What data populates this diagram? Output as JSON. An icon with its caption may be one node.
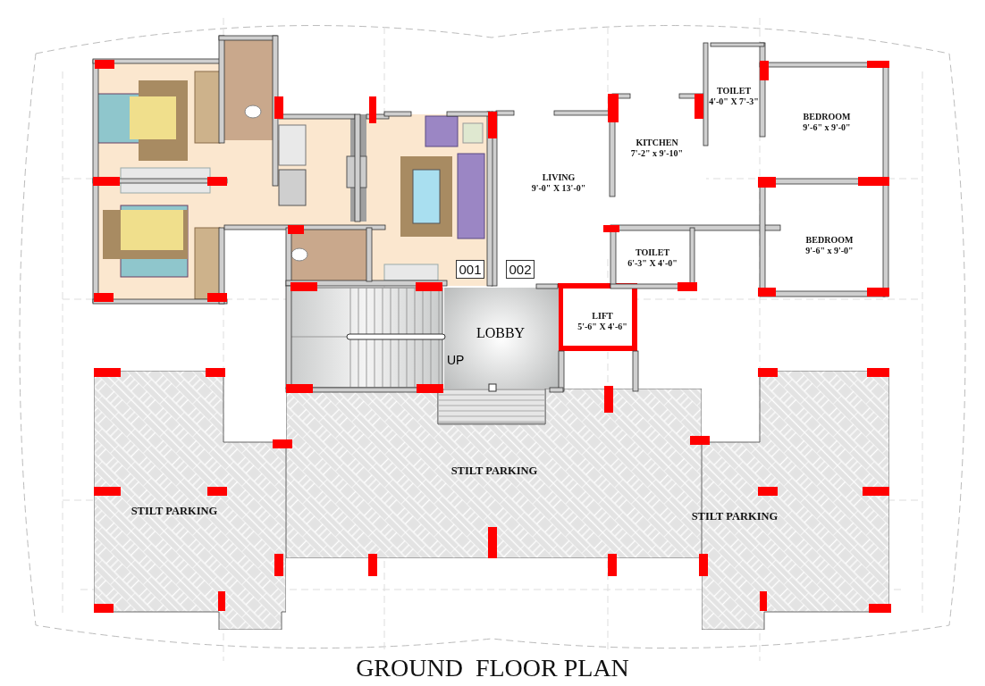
{
  "diagram": {
    "title": "GROUND  FLOOR PLAN",
    "nodes": [
      {
        "text": [
          "TOILET",
          "4'-0\" X 7'-3\""
        ]
      },
      {
        "text": [
          "BEDROOM",
          "9'-6\" x 9'-0\""
        ]
      },
      {
        "text": [
          "KITCHEN",
          "7'-2\" x 9'-10\""
        ]
      },
      {
        "text": [
          "LIVING",
          "9'-0\" X 13'-0\""
        ]
      },
      {
        "text": [
          "BEDROOM",
          "9'-6\" x 9'-0\""
        ]
      },
      {
        "text": [
          "TOILET",
          "6'-3\" X 4'-0\""
        ]
      },
      {
        "text": [
          "001"
        ]
      },
      {
        "text": [
          "002"
        ]
      },
      {
        "text": [
          "LIFT",
          "5'-6\" X 4'-6\""
        ]
      },
      {
        "text": [
          "LOBBY"
        ]
      },
      {
        "text": [
          "STILT PARKING"
        ]
      },
      {
        "text": [
          "STILT PARKING"
        ]
      },
      {
        "text": [
          "STILT PARKING"
        ]
      }
    ],
    "labels": [
      "UP"
    ]
  }
}
